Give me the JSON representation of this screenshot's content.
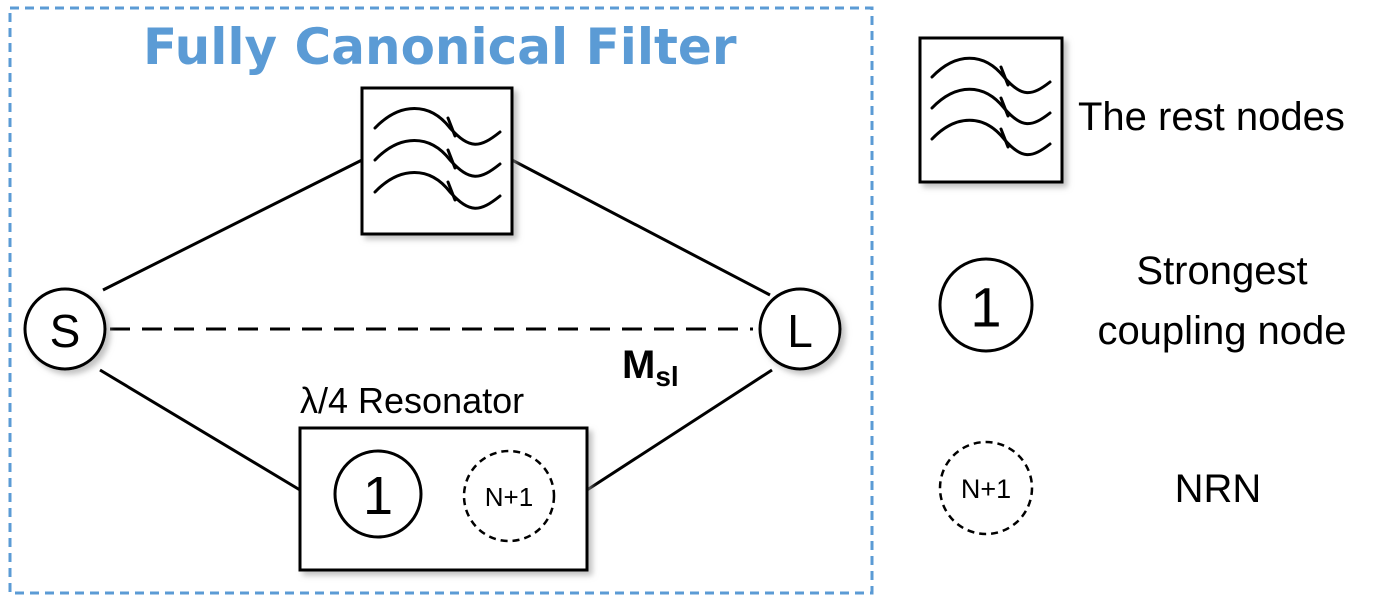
{
  "diagram": {
    "title": "Fully Canonical Filter",
    "colors": {
      "title": "#5b9bd5",
      "frame": "#5b9bd5",
      "ink": "#000000"
    },
    "nodes": {
      "source": "S",
      "load": "L",
      "strongest": "1",
      "nrn": "N+1"
    },
    "resonator_label": "λ/4 Resonator",
    "coupling_label": {
      "main": "M",
      "sub": "sl"
    },
    "legend": [
      {
        "symbol": "filter-box-icon",
        "text": "The rest nodes"
      },
      {
        "symbol": "1",
        "line1": "Strongest",
        "line2": "coupling node"
      },
      {
        "symbol": "N+1",
        "text": "NRN"
      }
    ]
  }
}
